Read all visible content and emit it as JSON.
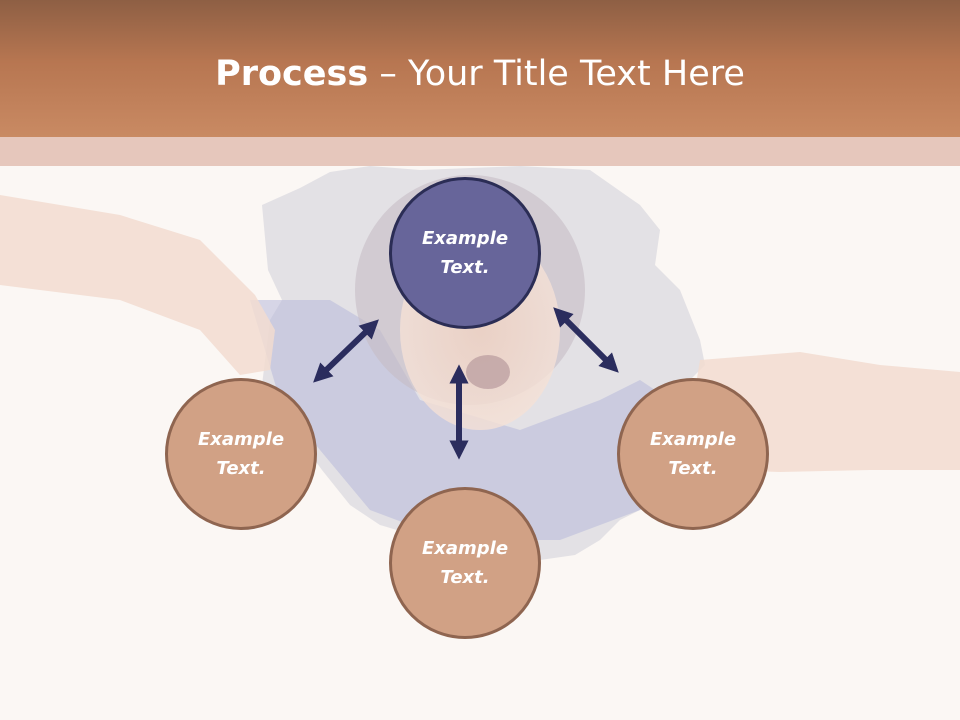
{
  "slide": {
    "title_bold": "Process",
    "title_dash": "–",
    "title_rest": "Your Title Text Here"
  },
  "nodes": {
    "top": "Example Text.",
    "left": "Example Text.",
    "right": "Example Text.",
    "bottom": "Example Text."
  },
  "colors": {
    "header": "#b77651",
    "node_center": "#67659a",
    "node_outer": "#d1a185",
    "arrow": "#2b2d5e"
  }
}
